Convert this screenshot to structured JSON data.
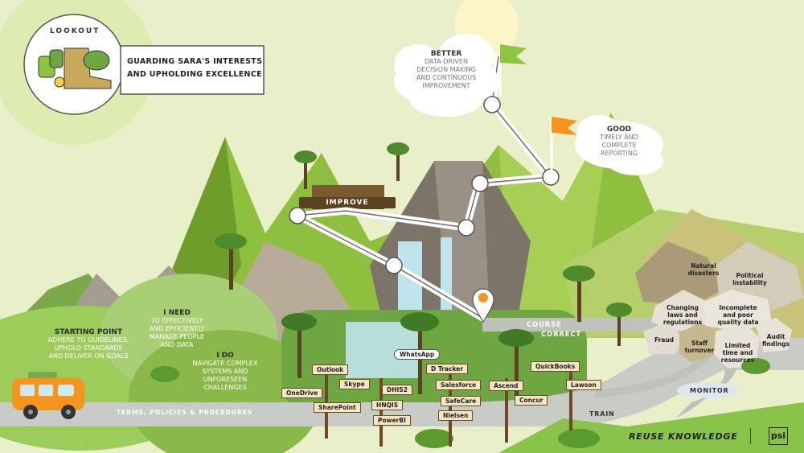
{
  "header": {
    "badge_label": "LOOKOUT",
    "title_line1": "GUARDING SARA'S INTERESTS",
    "title_line2": "AND UPHOLDING EXCELLENCE"
  },
  "milestones": {
    "better": {
      "title": "BETTER",
      "lines": [
        "DATA-DRIVEN",
        "DECISION MAKING",
        "AND CONTINUOUS",
        "IMPROVEMENT"
      ]
    },
    "good": {
      "title": "GOOD",
      "lines": [
        "TIMELY AND",
        "COMPLETE",
        "REPORTING"
      ]
    },
    "improve": "IMPROVE",
    "course_correct_line1": "COURSE",
    "course_correct_line2": "CORRECT"
  },
  "sections": {
    "starting_point": {
      "title": "STARTING POINT",
      "lines": [
        "ADHERE TO GUIDELINES,",
        "UPHOLD STANDARDS",
        "AND DELIVER ON GOALS"
      ]
    },
    "i_need": {
      "title": "I NEED",
      "lines": [
        "TO EFFECTIVELY",
        "AND EFFICIENTLY",
        "MANAGE PEOPLE",
        "AND DATA"
      ]
    },
    "i_do": {
      "title": "I DO",
      "lines": [
        "NAVIGATE COMPLEX",
        "SYSTEMS AND",
        "UNFORESEEN",
        "CHALLENGES"
      ]
    }
  },
  "road_labels": {
    "terms": "TERMS, POLICIES & PROCEDURES",
    "train": "TRAIN",
    "monitor": "MONITOR",
    "reuse": "REUSE KNOWLEDGE",
    "logo": "psi"
  },
  "tools": [
    "Outlook",
    "OneDrive",
    "SharePoint",
    "Skype",
    "DHIS2",
    "HNQIS",
    "PowerBI",
    "WhatsApp",
    "D Tracker",
    "Salesforce",
    "SafeCare",
    "Nielsen",
    "QuickBooks",
    "Ascend",
    "Concur",
    "Lawson"
  ],
  "risks": {
    "natural_disasters": [
      "Natural",
      "disasters"
    ],
    "political_instability": [
      "Political",
      "instability"
    ],
    "changing_laws": [
      "Changing",
      "laws and",
      "regulations"
    ],
    "incomplete_data": [
      "Incomplete",
      "and poor",
      "quality data"
    ],
    "fraud": [
      "Fraud"
    ],
    "staff_turnover": [
      "Staff",
      "turnover"
    ],
    "limited_time": [
      "Limited",
      "time and",
      "resources"
    ],
    "audit_findings": [
      "Audit",
      "findings"
    ]
  },
  "colors": {
    "sky": "#e9f0c9",
    "mountain_dark": "#7fae36",
    "mountain_light": "#b3d469",
    "rock": "#8c8377",
    "road": "#c9cbc6",
    "flag_better": "#8cc63f",
    "flag_good": "#f7941d",
    "van": "#f7941d",
    "water": "#bfe4ec"
  }
}
